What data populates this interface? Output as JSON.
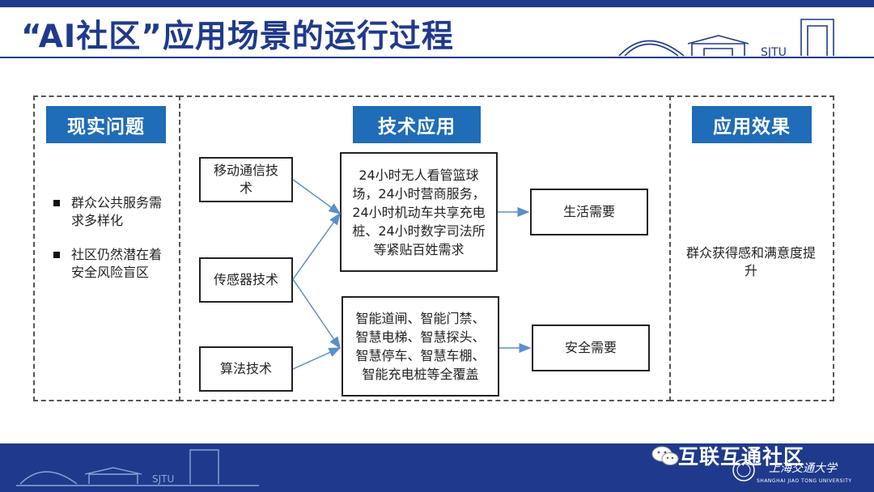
{
  "header": {
    "title": "“AI社区”应用场景的运行过程"
  },
  "logo": {
    "text": "SJTU"
  },
  "columns": {
    "left": {
      "header": "现实问题",
      "items": [
        "群众公共服务需求多样化",
        "社区仍然潜在着安全风险盲区"
      ]
    },
    "middle": {
      "header": "技术应用"
    },
    "right": {
      "header": "应用效果",
      "text": "群众获得感和满意度提升"
    }
  },
  "nodes": {
    "mobile_comm": "移动通信技术",
    "sensor": "传感器技术",
    "algorithm": "算法技术",
    "service_desc": "24小时无人看管篮球场，24小时营商服务，24小时机动车共享充电桩、24小时数字司法所等紧贴百姓需求",
    "security_desc": "智能道闸、智能门禁、智慧电梯、智慧探头、智慧停车、智慧车棚、智能充电桩等全覆盖",
    "life_need": "生活需要",
    "safety_need": "安全需要"
  },
  "footer": {
    "watermark": "互联互通社区",
    "university_cn": "上海交通大学",
    "university_en": "SHANGHAI JIAO TONG UNIVERSITY"
  }
}
